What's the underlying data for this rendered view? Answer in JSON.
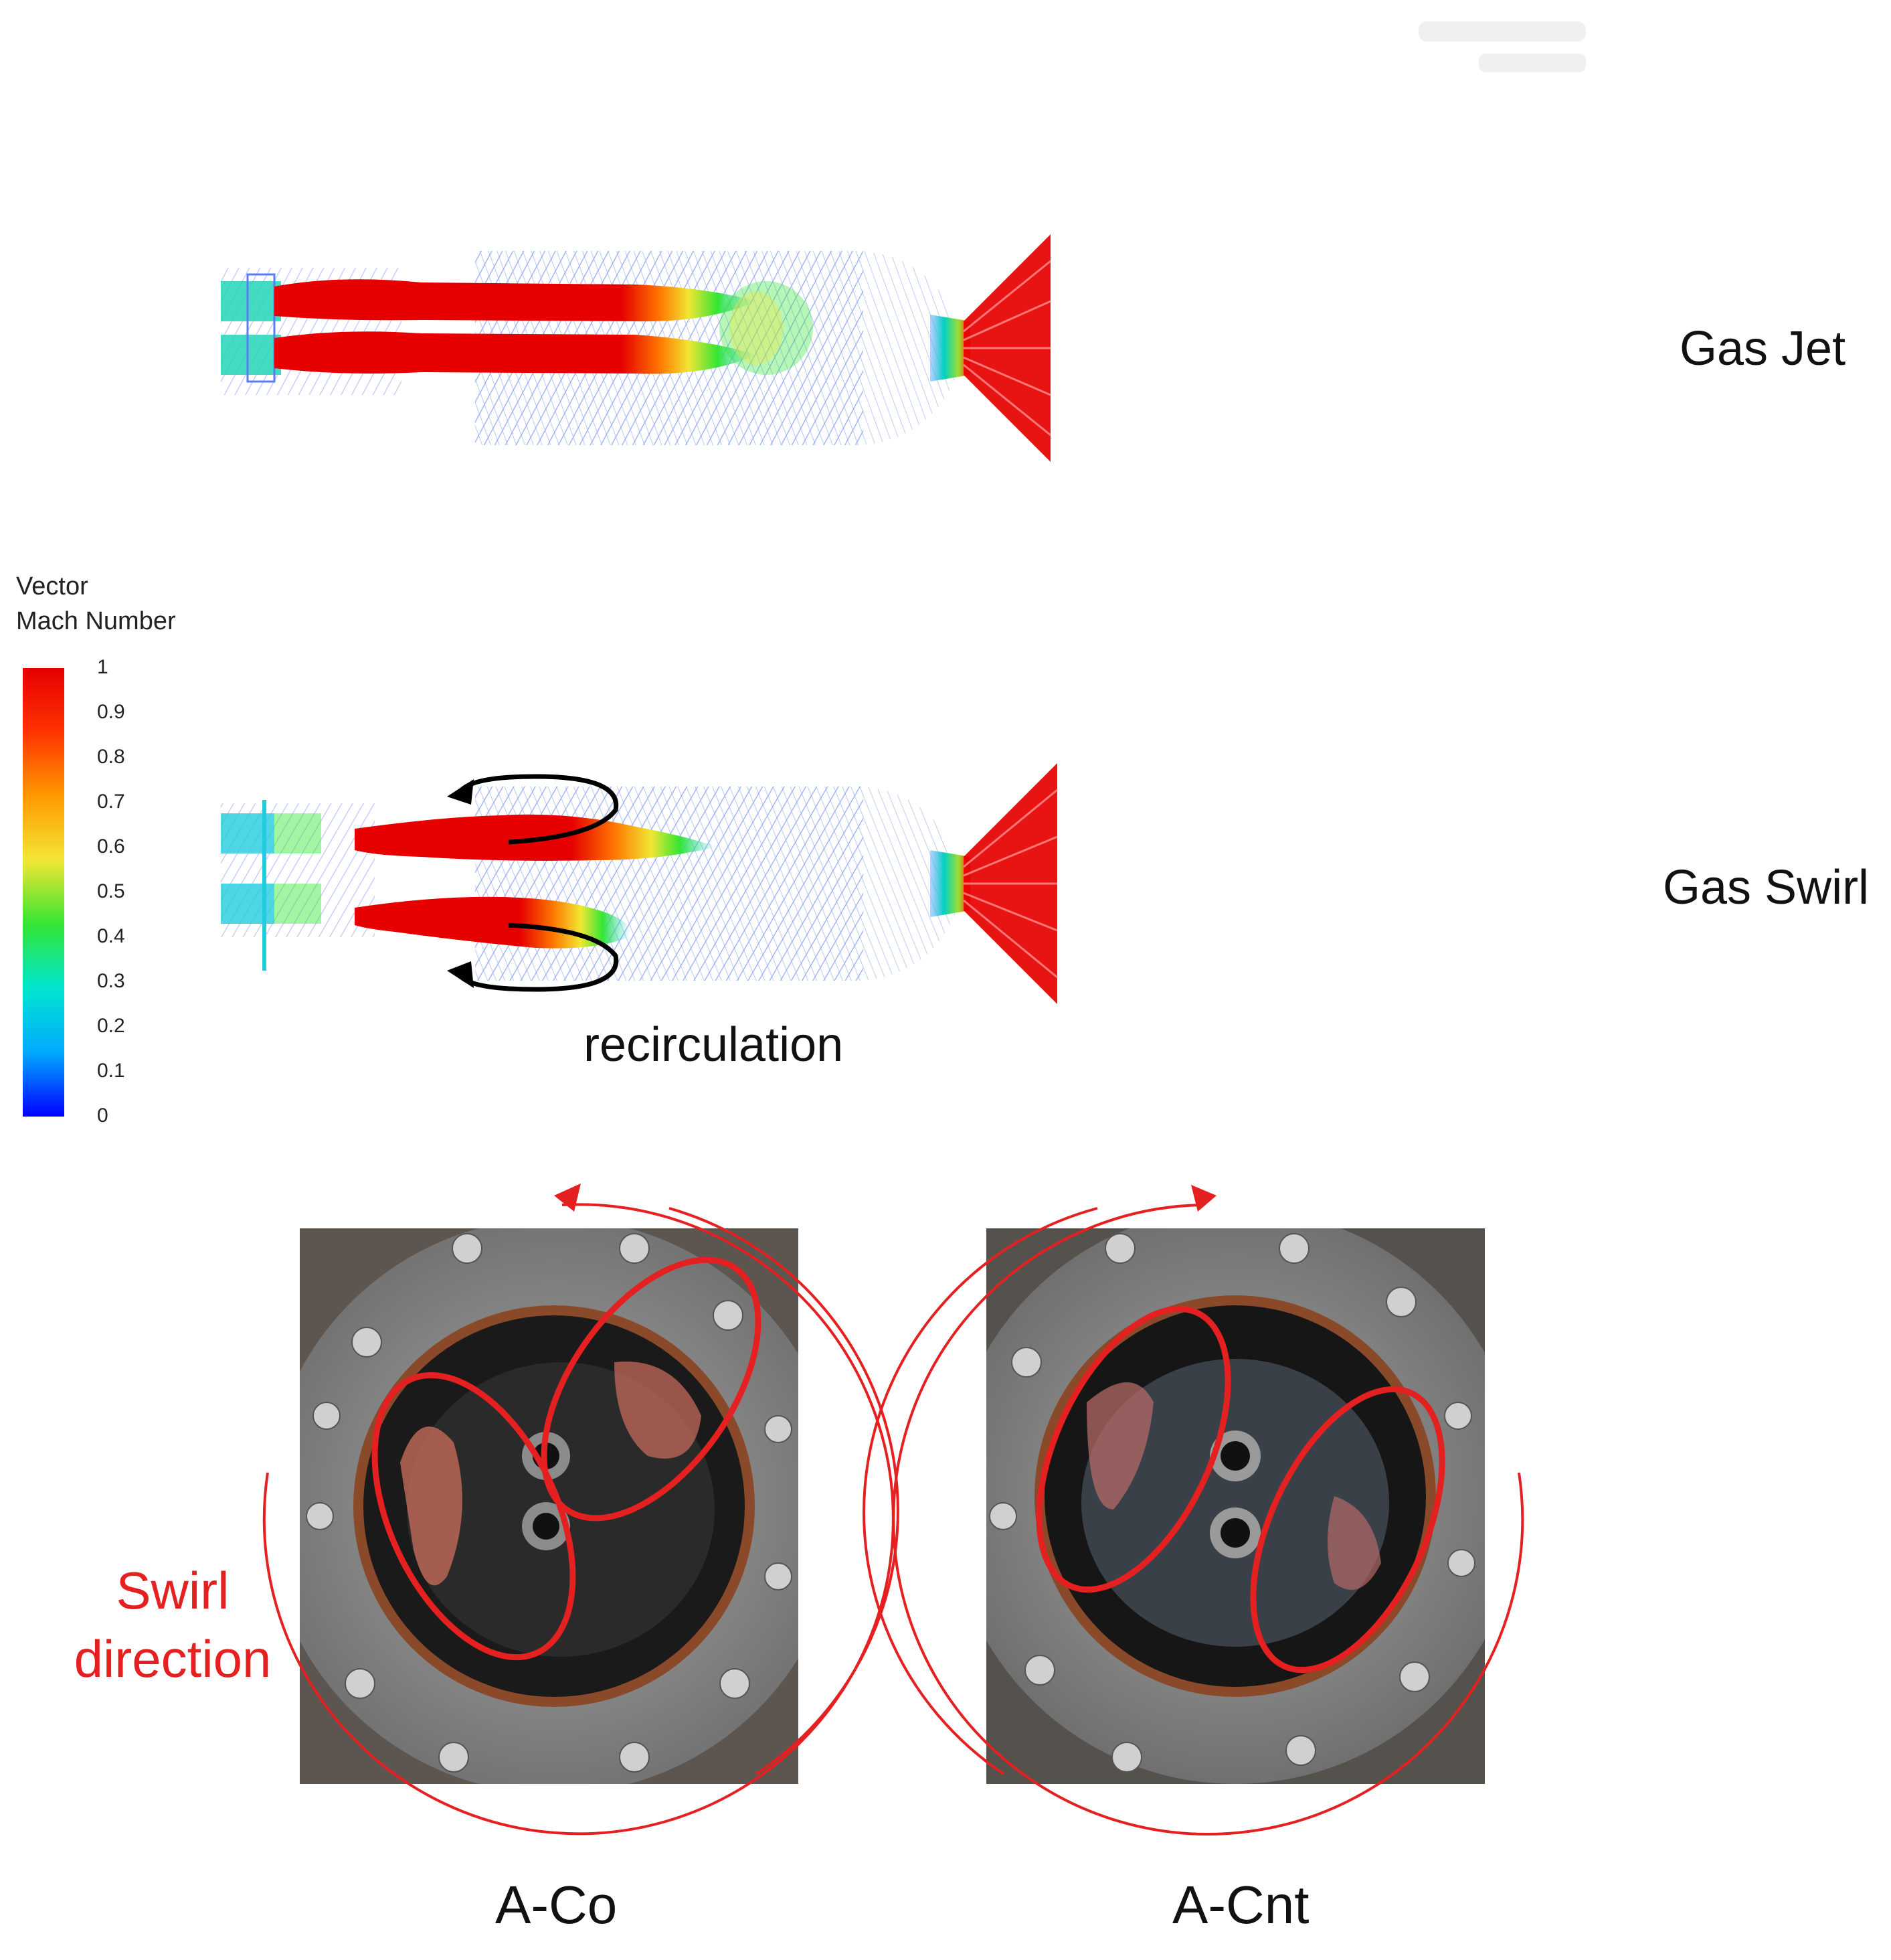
{
  "cases": [
    {
      "id": "jet",
      "label": "Gas Jet"
    },
    {
      "id": "swirl",
      "label": "Gas Swirl"
    }
  ],
  "annotations": {
    "recirculation": "recirculation",
    "swirl_direction_line1": "Swirl",
    "swirl_direction_line2": "direction"
  },
  "legend": {
    "title_line1": "Vector",
    "title_line2": "Mach Number",
    "ticks": [
      "1",
      "0.9",
      "0.8",
      "0.7",
      "0.6",
      "0.5",
      "0.4",
      "0.3",
      "0.2",
      "0.1",
      "0"
    ],
    "min": 0,
    "max": 1,
    "colors": [
      "#0000ff",
      "#00aaff",
      "#00e5d0",
      "#33e633",
      "#f2e633",
      "#ff9900",
      "#ff3300",
      "#e60000"
    ]
  },
  "photos": [
    {
      "id": "a-co",
      "caption": "A-Co"
    },
    {
      "id": "a-cnt",
      "caption": "A-Cnt"
    }
  ],
  "colors": {
    "annotation_red": "#e52020",
    "hot": "#e60000",
    "cold": "#3366ff"
  }
}
